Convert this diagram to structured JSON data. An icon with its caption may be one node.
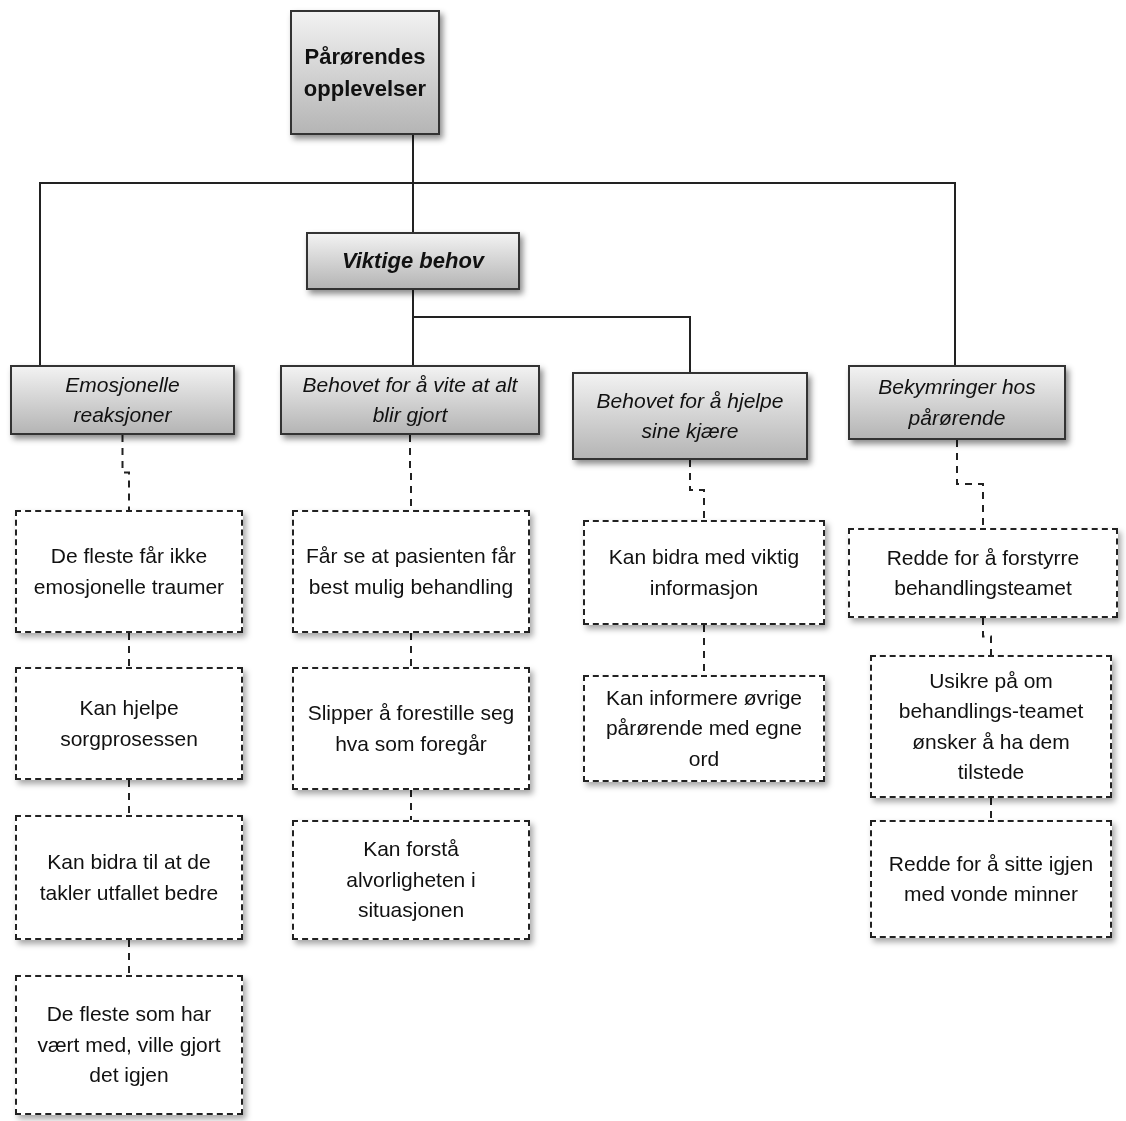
{
  "diagram": {
    "nodes": [
      {
        "text": [
          "Pårørendes opplevelser"
        ]
      },
      {
        "text": [
          "Viktige behov"
        ]
      },
      {
        "text": [
          "Emosjonelle reaksjoner"
        ]
      },
      {
        "text": [
          "Behovet for å vite at alt blir gjort"
        ]
      },
      {
        "text": [
          "Behovet for å hjelpe sine kjære"
        ]
      },
      {
        "text": [
          "Bekymringer hos pårørende"
        ]
      },
      {
        "text": [
          "De fleste får ikke emosjonelle traumer"
        ]
      },
      {
        "text": [
          "Kan hjelpe sorgprosessen"
        ]
      },
      {
        "text": [
          "Kan bidra til at de takler utfallet bedre"
        ]
      },
      {
        "text": [
          "De fleste som har vært med, ville gjort det igjen"
        ]
      },
      {
        "text": [
          "Får se at pasienten får best mulig behandling"
        ]
      },
      {
        "text": [
          "Slipper å forestille seg hva som foregår"
        ]
      },
      {
        "text": [
          "Kan forstå alvorligheten i situasjonen"
        ]
      },
      {
        "text": [
          "Kan bidra med viktig informasjon"
        ]
      },
      {
        "text": [
          "Kan informere øvrige pårørende med egne ord"
        ]
      },
      {
        "text": [
          "Redde for å forstyrre behandlingsteamet"
        ]
      },
      {
        "text": [
          "Usikre på om behandlings-teamet ønsker å ha dem tilstede"
        ]
      },
      {
        "text": [
          "Redde for å sitte igjen med vonde minner"
        ]
      }
    ],
    "edges": [
      {
        "from": 0,
        "to": 2,
        "arrow": "none"
      },
      {
        "from": 0,
        "to": 1,
        "arrow": "none"
      },
      {
        "from": 0,
        "to": 5,
        "arrow": "none"
      },
      {
        "from": 1,
        "to": 3,
        "arrow": "none"
      },
      {
        "from": 1,
        "to": 4,
        "arrow": "none"
      },
      {
        "from": 2,
        "to": 6,
        "arrow": "none",
        "style": "dashed"
      },
      {
        "from": 6,
        "to": 7,
        "arrow": "none",
        "style": "dashed"
      },
      {
        "from": 7,
        "to": 8,
        "arrow": "none",
        "style": "dashed"
      },
      {
        "from": 8,
        "to": 9,
        "arrow": "none",
        "style": "dashed"
      },
      {
        "from": 3,
        "to": 10,
        "arrow": "none",
        "style": "dashed"
      },
      {
        "from": 10,
        "to": 11,
        "arrow": "none",
        "style": "dashed"
      },
      {
        "from": 11,
        "to": 12,
        "arrow": "none",
        "style": "dashed"
      },
      {
        "from": 4,
        "to": 13,
        "arrow": "none",
        "style": "dashed"
      },
      {
        "from": 13,
        "to": 14,
        "arrow": "none",
        "style": "dashed"
      },
      {
        "from": 5,
        "to": 15,
        "arrow": "none",
        "style": "dashed"
      },
      {
        "from": 15,
        "to": 16,
        "arrow": "none",
        "style": "dashed"
      },
      {
        "from": 16,
        "to": 17,
        "arrow": "none",
        "style": "dashed"
      }
    ]
  }
}
